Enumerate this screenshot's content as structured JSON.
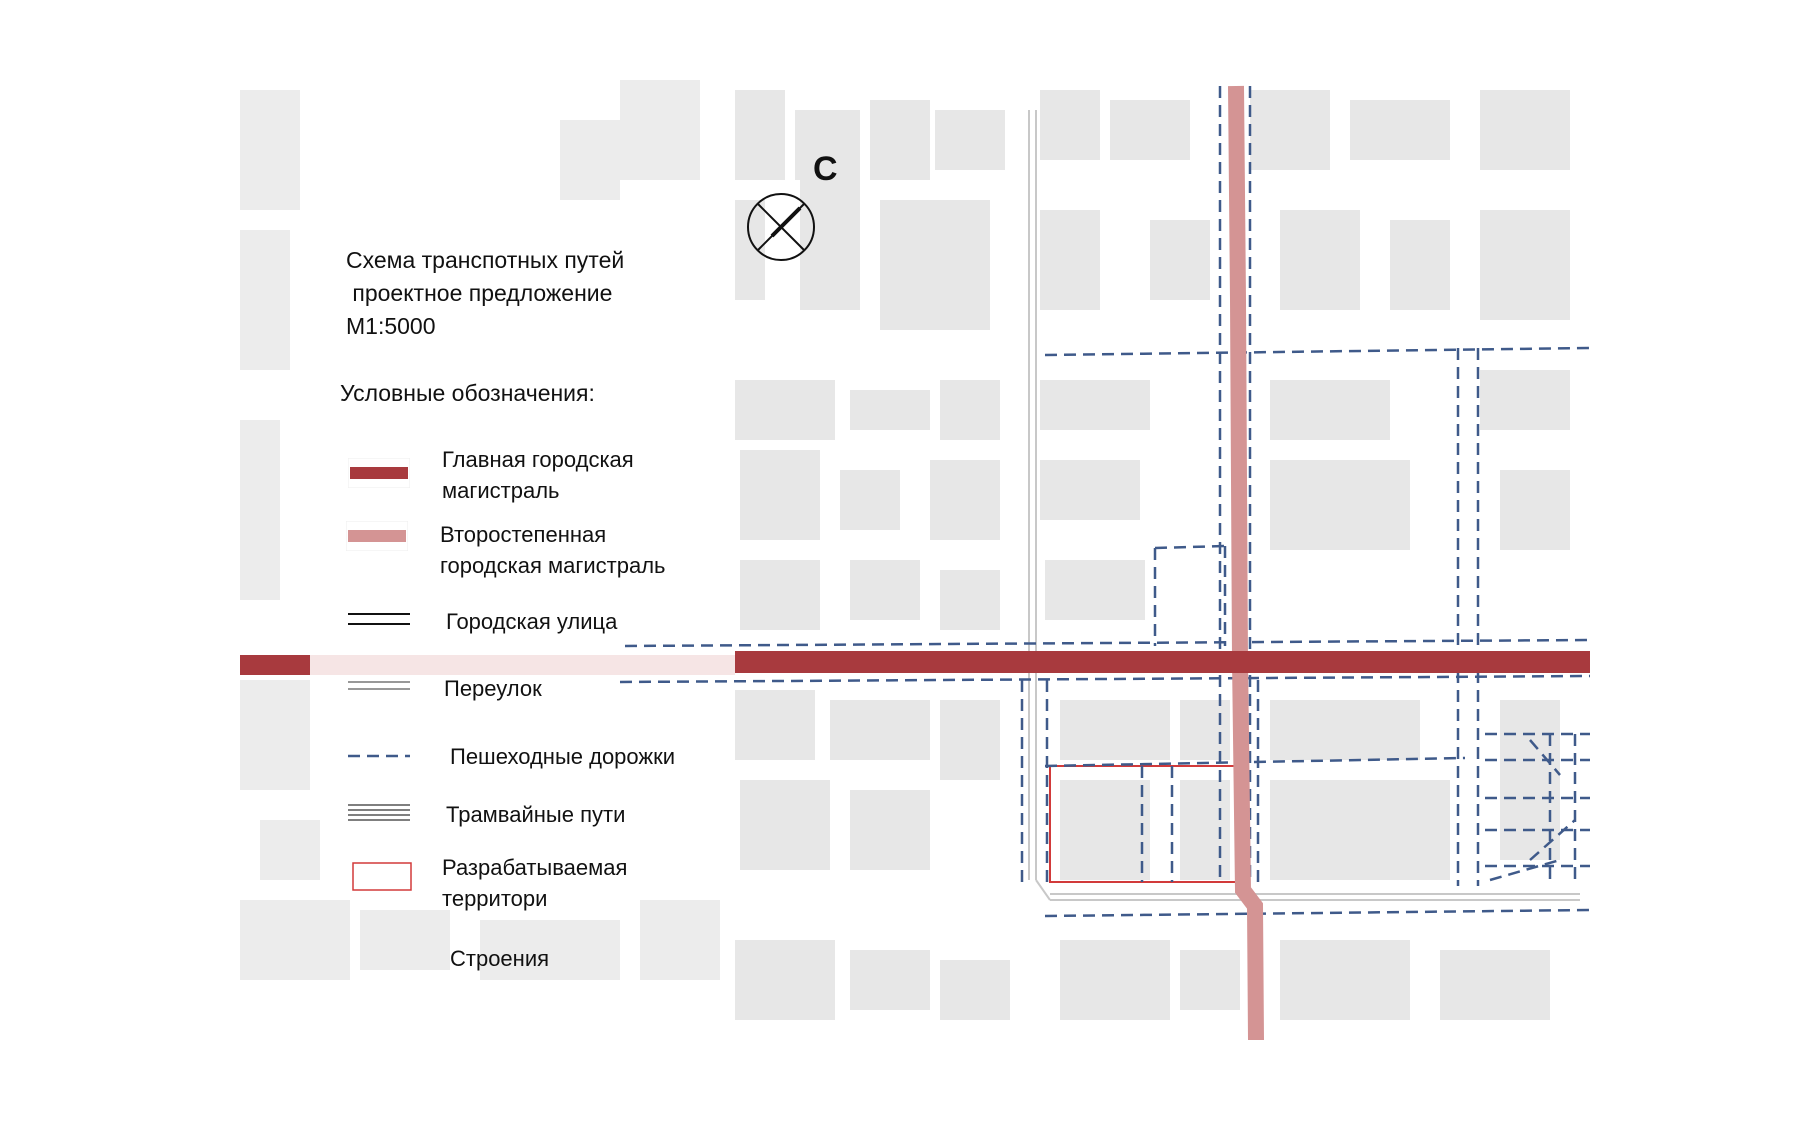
{
  "title": {
    "line1": "Схема транспотных путей",
    "line2": " проектное предложение",
    "line3": "М1:5000"
  },
  "compass": {
    "letter": "С"
  },
  "legend": {
    "heading": "Условные обозначения:",
    "items": [
      {
        "id": "main",
        "label1": "Главная городская",
        "label2": "магистраль",
        "color": "#a83a3e"
      },
      {
        "id": "secondary",
        "label1": "Второстепенная",
        "label2": "городская магистраль",
        "color": "#d49494"
      },
      {
        "id": "street",
        "label1": "Городская улица",
        "label2": ""
      },
      {
        "id": "lane",
        "label1": "Переулок",
        "label2": ""
      },
      {
        "id": "pedestrian",
        "label1": "Пешеходные дорожки",
        "label2": "",
        "color": "#3f5a8a"
      },
      {
        "id": "tram",
        "label1": "Трамвайные пути",
        "label2": ""
      },
      {
        "id": "territory",
        "label1": "Разрабатываемая",
        "label2": "территори",
        "color": "#d23a3a"
      },
      {
        "id": "buildings",
        "label1": "Строения",
        "label2": "",
        "color": "#e7e7e7"
      }
    ]
  },
  "colors": {
    "building": "#e7e7e7",
    "main_road": "#a83a3e",
    "main_road_faded": "#f6e5e5",
    "secondary_road": "#d49494",
    "pedestrian": "#3f5a8a",
    "territory": "#d23a3a"
  }
}
